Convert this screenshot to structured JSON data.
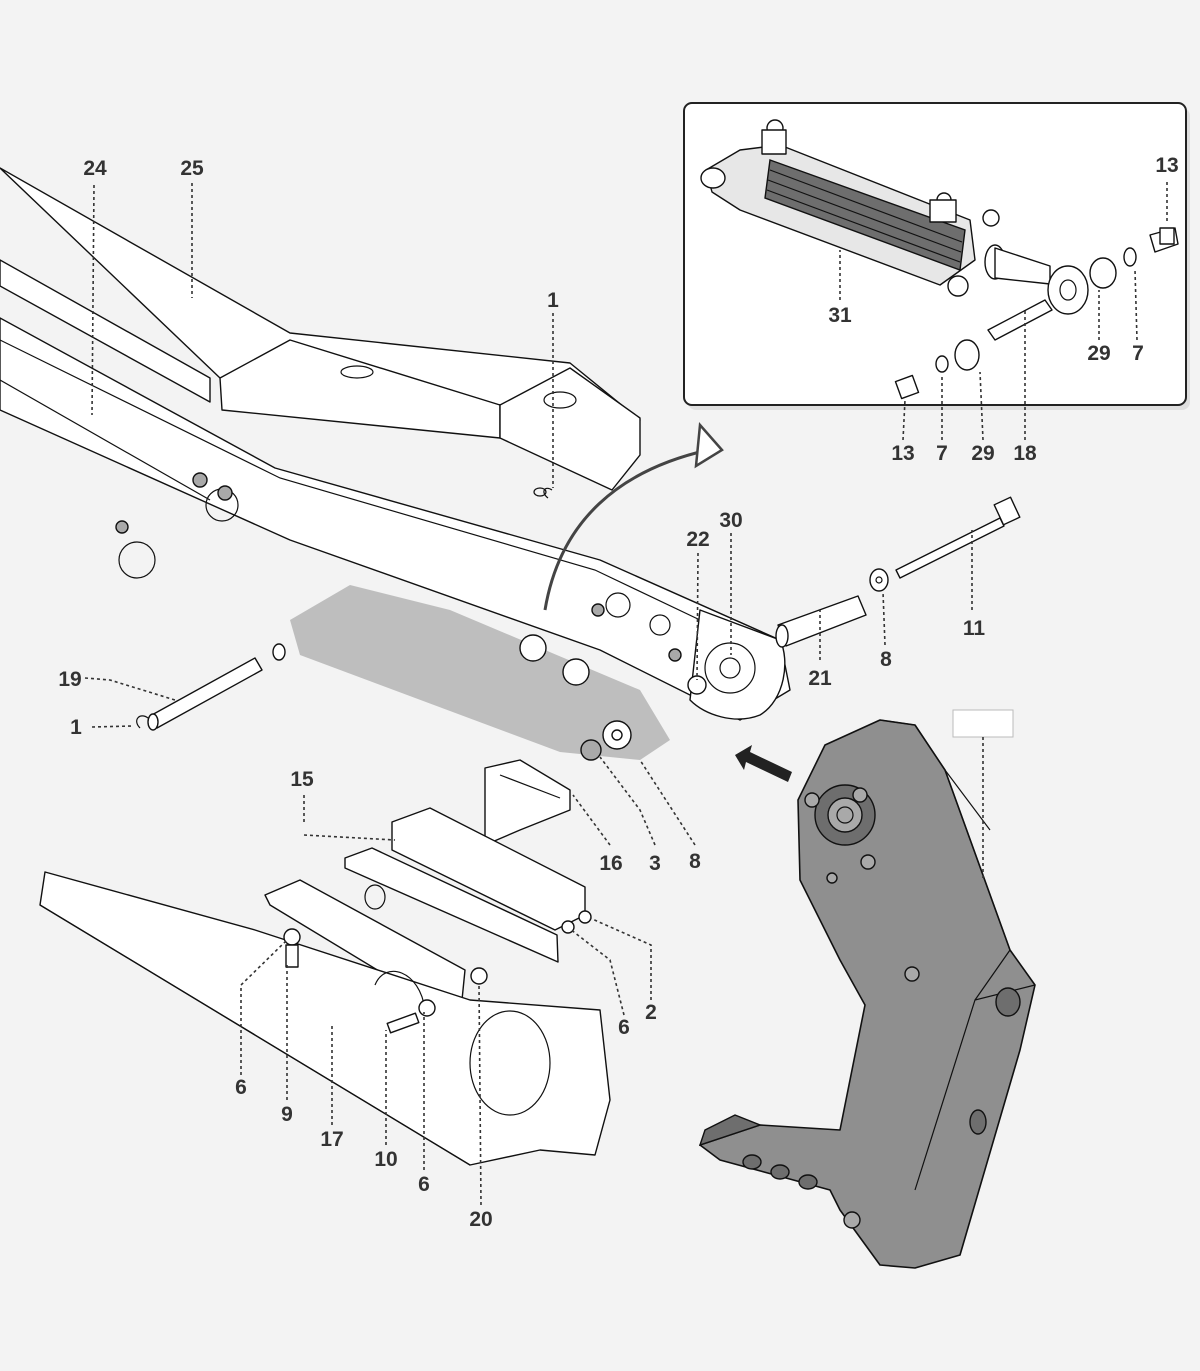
{
  "callouts": {
    "c24": "24",
    "c25": "25",
    "c1_top": "1",
    "c13_inset_right": "13",
    "c31": "31",
    "c29_inset_right": "29",
    "c7_inset_right": "7",
    "c13_inset_bottom": "13",
    "c7_inset_bottom": "7",
    "c29_inset_bottom": "29",
    "c18": "18",
    "c22": "22",
    "c30": "30",
    "c11": "11",
    "c21": "21",
    "c8_pin": "8",
    "c19": "19",
    "c1_left": "1",
    "c15": "15",
    "c16": "16",
    "c3": "3",
    "c8_nut": "8",
    "c2": "2",
    "c6_right": "6",
    "c6_left": "6",
    "c9": "9",
    "c17": "17",
    "c10": "10",
    "c6_bottom": "6",
    "c20": "20"
  },
  "empty_label_box": "",
  "colors": {
    "background": "#f3f3f3",
    "line": "#111111",
    "callout_text": "#333333",
    "highlight_part": "#8f8f8f",
    "ghost_cylinder": "#b8b8b8"
  }
}
